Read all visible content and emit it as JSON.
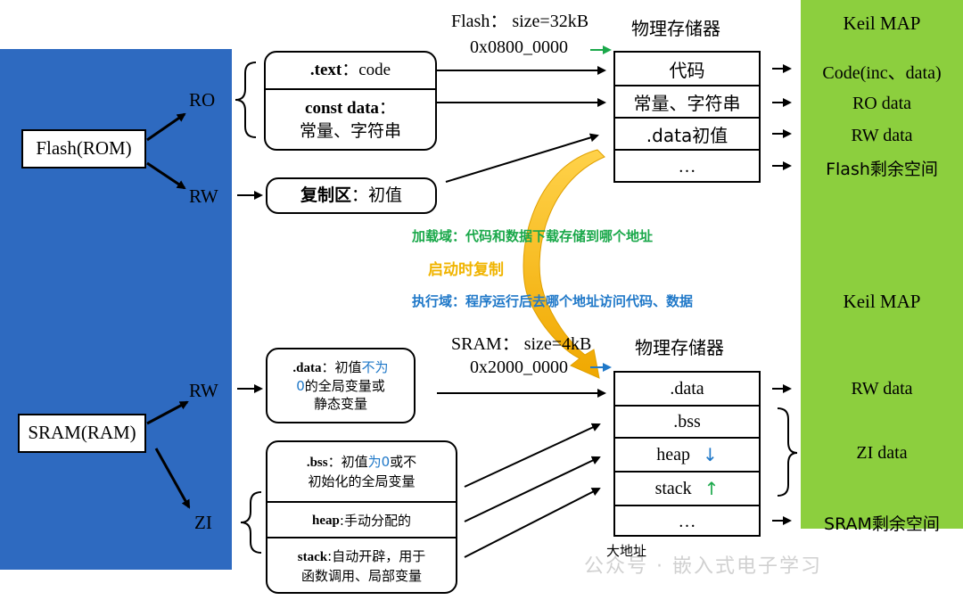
{
  "flash_block": {
    "label": "Flash(ROM)",
    "ro": "RO",
    "rw": "RW",
    "text_title": ".text",
    "text_sep": "：",
    "text_value": "code",
    "const_title": "const data",
    "const_sep": "：",
    "const_value": "常量、字符串",
    "copy_title": "复制区",
    "copy_sep": "：",
    "copy_value": "初值"
  },
  "flash_memory": {
    "size_label": "Flash：  size=32kB",
    "address": "0x0800_0000",
    "title": "物理存储器",
    "cells": [
      "代码",
      "常量、字符串",
      ".data初值",
      "…"
    ]
  },
  "keil_map_top": {
    "title": "Keil MAP",
    "items": [
      "Code(inc、data)",
      "RO data",
      "RW data",
      "Flash剩余空间"
    ]
  },
  "middle_notes": {
    "load_domain": "加载域：代码和数据下载存储到哪个地址",
    "startup_copy": "启动时复制",
    "exec_domain": "执行域：程序运行后去哪个地址访问代码、数据"
  },
  "sram_block": {
    "label": "SRAM(RAM)",
    "rw": "RW",
    "zi": "ZI",
    "data_title": ".data",
    "data_sep": "：",
    "data_value_a": "初值",
    "data_value_b": "不为",
    "data_value_c": "0",
    "data_value_d": "的全局变量或",
    "data_value_e": "静态变量",
    "bss_title": ".bss",
    "bss_sep": "：",
    "bss_value_a": "初值",
    "bss_value_b": "为0",
    "bss_value_c": "或不",
    "bss_value_d": "初始化的全局变量",
    "heap_title": "heap",
    "heap_value": ":手动分配的",
    "stack_title": "stack",
    "stack_value_a": ":自动开辟，用于",
    "stack_value_b": "函数调用、局部变量"
  },
  "sram_memory": {
    "size_label": "SRAM：  size=4kB",
    "address": "0x2000_0000",
    "title": "物理存储器",
    "cells": [
      ".data",
      ".bss",
      "heap",
      "stack",
      "…"
    ],
    "bottom_label": "大地址"
  },
  "keil_map_bottom": {
    "title": "Keil MAP",
    "items": [
      "RW data",
      "ZI data",
      "SRAM剩余空间"
    ]
  },
  "watermark": "公众号 · 嵌入式电子学习",
  "colors": {
    "blue_panel": "#2e6ac0",
    "green_panel": "#8ccf3e",
    "load_note": "#1aa84a",
    "startup_note": "#f0b400",
    "exec_note": "#1f78c8",
    "highlight_blue": "#1f78c8"
  }
}
